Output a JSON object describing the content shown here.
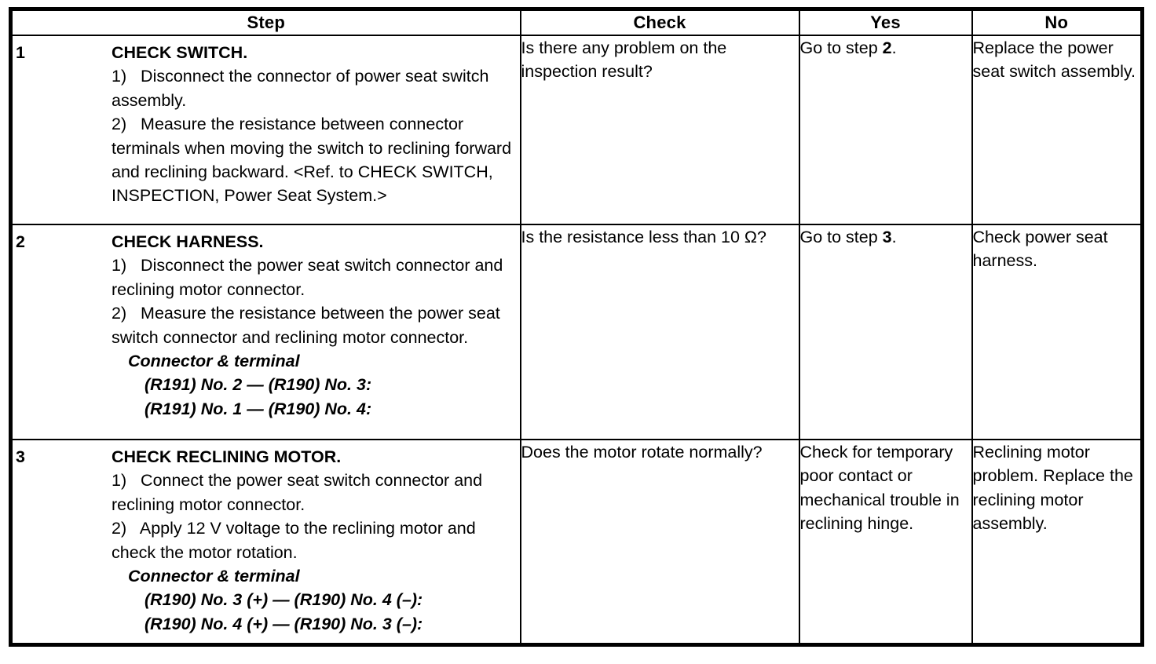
{
  "table": {
    "columns": [
      {
        "key": "step",
        "label": "Step"
      },
      {
        "key": "check",
        "label": "Check"
      },
      {
        "key": "yes",
        "label": "Yes"
      },
      {
        "key": "no",
        "label": "No"
      }
    ],
    "rows": [
      {
        "number": "1",
        "title": "CHECK SWITCH.",
        "items": [
          "1)   Disconnect the connector of power seat switch assembly.",
          "2)   Measure the resistance between connector terminals when moving the switch to reclining forward and reclining backward. <Ref. to CHECK SWITCH, INSPECTION, Power Seat System.>"
        ],
        "connector_heading": "",
        "connector_lines": [],
        "check": "Is there any problem on the inspection result?",
        "yes_prefix": "Go to step ",
        "yes_bold": "2",
        "yes_suffix": ".",
        "no": "Replace the power seat switch assembly."
      },
      {
        "number": "2",
        "title": "CHECK HARNESS.",
        "items": [
          "1)   Disconnect the power seat switch connector and reclining motor connector.",
          "2)   Measure the resistance between the power seat switch connector and reclining motor connector."
        ],
        "connector_heading": "Connector & terminal",
        "connector_lines": [
          "(R191) No. 2 — (R190) No. 3:",
          "(R191) No. 1 — (R190) No. 4:"
        ],
        "check": "Is the resistance less than 10 Ω?",
        "yes_prefix": "Go to step ",
        "yes_bold": "3",
        "yes_suffix": ".",
        "no": "Check power seat harness."
      },
      {
        "number": "3",
        "title": "CHECK RECLINING MOTOR.",
        "items": [
          "1)   Connect the power seat switch connector and reclining motor connector.",
          "2)   Apply 12 V voltage to the reclining motor and check the motor rotation."
        ],
        "connector_heading": "Connector & terminal",
        "connector_lines": [
          "(R190) No. 3 (+) — (R190) No. 4 (–):",
          "(R190) No. 4 (+) — (R190) No. 3 (–):"
        ],
        "check": "Does the motor rotate normally?",
        "yes_prefix": "",
        "yes_bold": "",
        "yes_suffix": "Check for temporary poor contact or mechanical trouble in reclining hinge.",
        "no": "Reclining motor problem. Replace the reclining motor assembly."
      }
    ]
  },
  "colors": {
    "border": "#000000",
    "text": "#000000",
    "background": "#ffffff"
  }
}
